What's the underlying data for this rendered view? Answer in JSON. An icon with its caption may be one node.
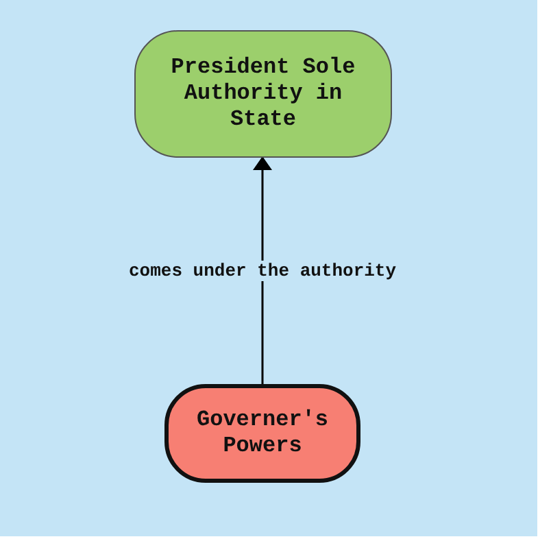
{
  "diagram": {
    "nodes": [
      {
        "text": [
          "President Sole Authority in State"
        ]
      },
      {
        "text": [
          "Governer's Powers"
        ]
      }
    ],
    "edges": [
      {
        "from": 1,
        "to": 0,
        "arrow": "to",
        "label": "comes under the authority"
      }
    ]
  }
}
